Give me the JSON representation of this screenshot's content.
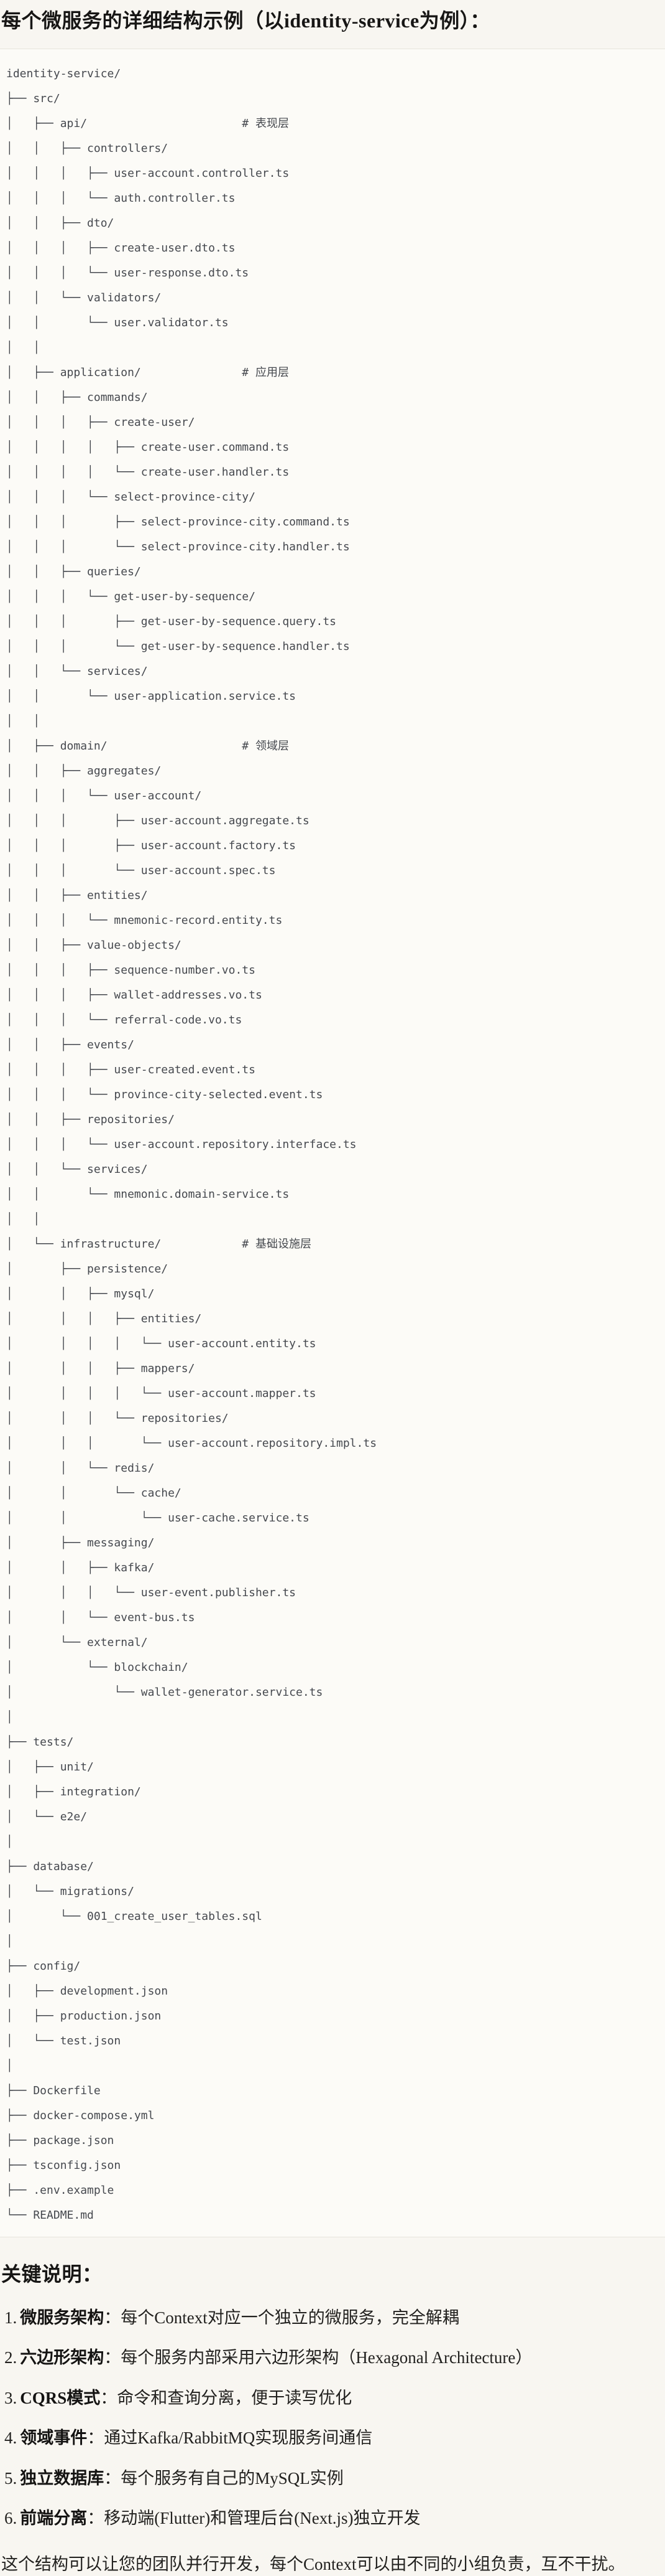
{
  "page": {
    "title": "每个微服务的详细结构示例（以identity-service为例）："
  },
  "code_block": {
    "language": "text",
    "lines": [
      "identity-service/",
      "├── src/",
      "│   ├── api/                       # 表现层",
      "│   │   ├── controllers/",
      "│   │   │   ├── user-account.controller.ts",
      "│   │   │   └── auth.controller.ts",
      "│   │   ├── dto/",
      "│   │   │   ├── create-user.dto.ts",
      "│   │   │   └── user-response.dto.ts",
      "│   │   └── validators/",
      "│   │       └── user.validator.ts",
      "│   │",
      "│   ├── application/               # 应用层",
      "│   │   ├── commands/",
      "│   │   │   ├── create-user/",
      "│   │   │   │   ├── create-user.command.ts",
      "│   │   │   │   └── create-user.handler.ts",
      "│   │   │   └── select-province-city/",
      "│   │   │       ├── select-province-city.command.ts",
      "│   │   │       └── select-province-city.handler.ts",
      "│   │   ├── queries/",
      "│   │   │   └── get-user-by-sequence/",
      "│   │   │       ├── get-user-by-sequence.query.ts",
      "│   │   │       └── get-user-by-sequence.handler.ts",
      "│   │   └── services/",
      "│   │       └── user-application.service.ts",
      "│   │",
      "│   ├── domain/                    # 领域层",
      "│   │   ├── aggregates/",
      "│   │   │   └── user-account/",
      "│   │   │       ├── user-account.aggregate.ts",
      "│   │   │       ├── user-account.factory.ts",
      "│   │   │       └── user-account.spec.ts",
      "│   │   ├── entities/",
      "│   │   │   └── mnemonic-record.entity.ts",
      "│   │   ├── value-objects/",
      "│   │   │   ├── sequence-number.vo.ts",
      "│   │   │   ├── wallet-addresses.vo.ts",
      "│   │   │   └── referral-code.vo.ts",
      "│   │   ├── events/",
      "│   │   │   ├── user-created.event.ts",
      "│   │   │   └── province-city-selected.event.ts",
      "│   │   ├── repositories/",
      "│   │   │   └── user-account.repository.interface.ts",
      "│   │   └── services/",
      "│   │       └── mnemonic.domain-service.ts",
      "│   │",
      "│   └── infrastructure/            # 基础设施层",
      "│       ├── persistence/",
      "│       │   ├── mysql/",
      "│       │   │   ├── entities/",
      "│       │   │   │   └── user-account.entity.ts",
      "│       │   │   ├── mappers/",
      "│       │   │   │   └── user-account.mapper.ts",
      "│       │   │   └── repositories/",
      "│       │   │       └── user-account.repository.impl.ts",
      "│       │   └── redis/",
      "│       │       └── cache/",
      "│       │           └── user-cache.service.ts",
      "│       ├── messaging/",
      "│       │   ├── kafka/",
      "│       │   │   └── user-event.publisher.ts",
      "│       │   └── event-bus.ts",
      "│       └── external/",
      "│           └── blockchain/",
      "│               └── wallet-generator.service.ts",
      "│",
      "├── tests/",
      "│   ├── unit/",
      "│   ├── integration/",
      "│   └── e2e/",
      "│",
      "├── database/",
      "│   └── migrations/",
      "│       └── 001_create_user_tables.sql",
      "│",
      "├── config/",
      "│   ├── development.json",
      "│   ├── production.json",
      "│   └── test.json",
      "│",
      "├── Dockerfile",
      "├── docker-compose.yml",
      "├── package.json",
      "├── tsconfig.json",
      "├── .env.example",
      "└── README.md"
    ]
  },
  "notes": {
    "heading": "关键说明：",
    "items": [
      {
        "number": "1.",
        "label": "微服务架构",
        "separator": "：",
        "text": "每个Context对应一个独立的微服务，完全解耦"
      },
      {
        "number": "2.",
        "label": "六边形架构",
        "separator": "：",
        "text": "每个服务内部采用六边形架构（Hexagonal Architecture）"
      },
      {
        "number": "3.",
        "label": "CQRS模式",
        "separator": "：",
        "text": "命令和查询分离，便于读写优化"
      },
      {
        "number": "4.",
        "label": "领域事件",
        "separator": "：",
        "text": "通过Kafka/RabbitMQ实现服务间通信"
      },
      {
        "number": "5.",
        "label": "独立数据库",
        "separator": "：",
        "text": "每个服务有自己的MySQL实例"
      },
      {
        "number": "6.",
        "label": "前端分离",
        "separator": "：",
        "text": "移动端(Flutter)和管理后台(Next.js)独立开发"
      }
    ],
    "closing": "这个结构可以让您的团队并行开发，每个Context可以由不同的小组负责，互不干扰。"
  },
  "colors": {
    "page_background": "#f8f6f1",
    "code_block_background": "#fcfbf7",
    "code_block_border": "#e7e4dc",
    "heading_text": "#171615",
    "body_text": "#22211f",
    "tree_text": "#45484e"
  }
}
